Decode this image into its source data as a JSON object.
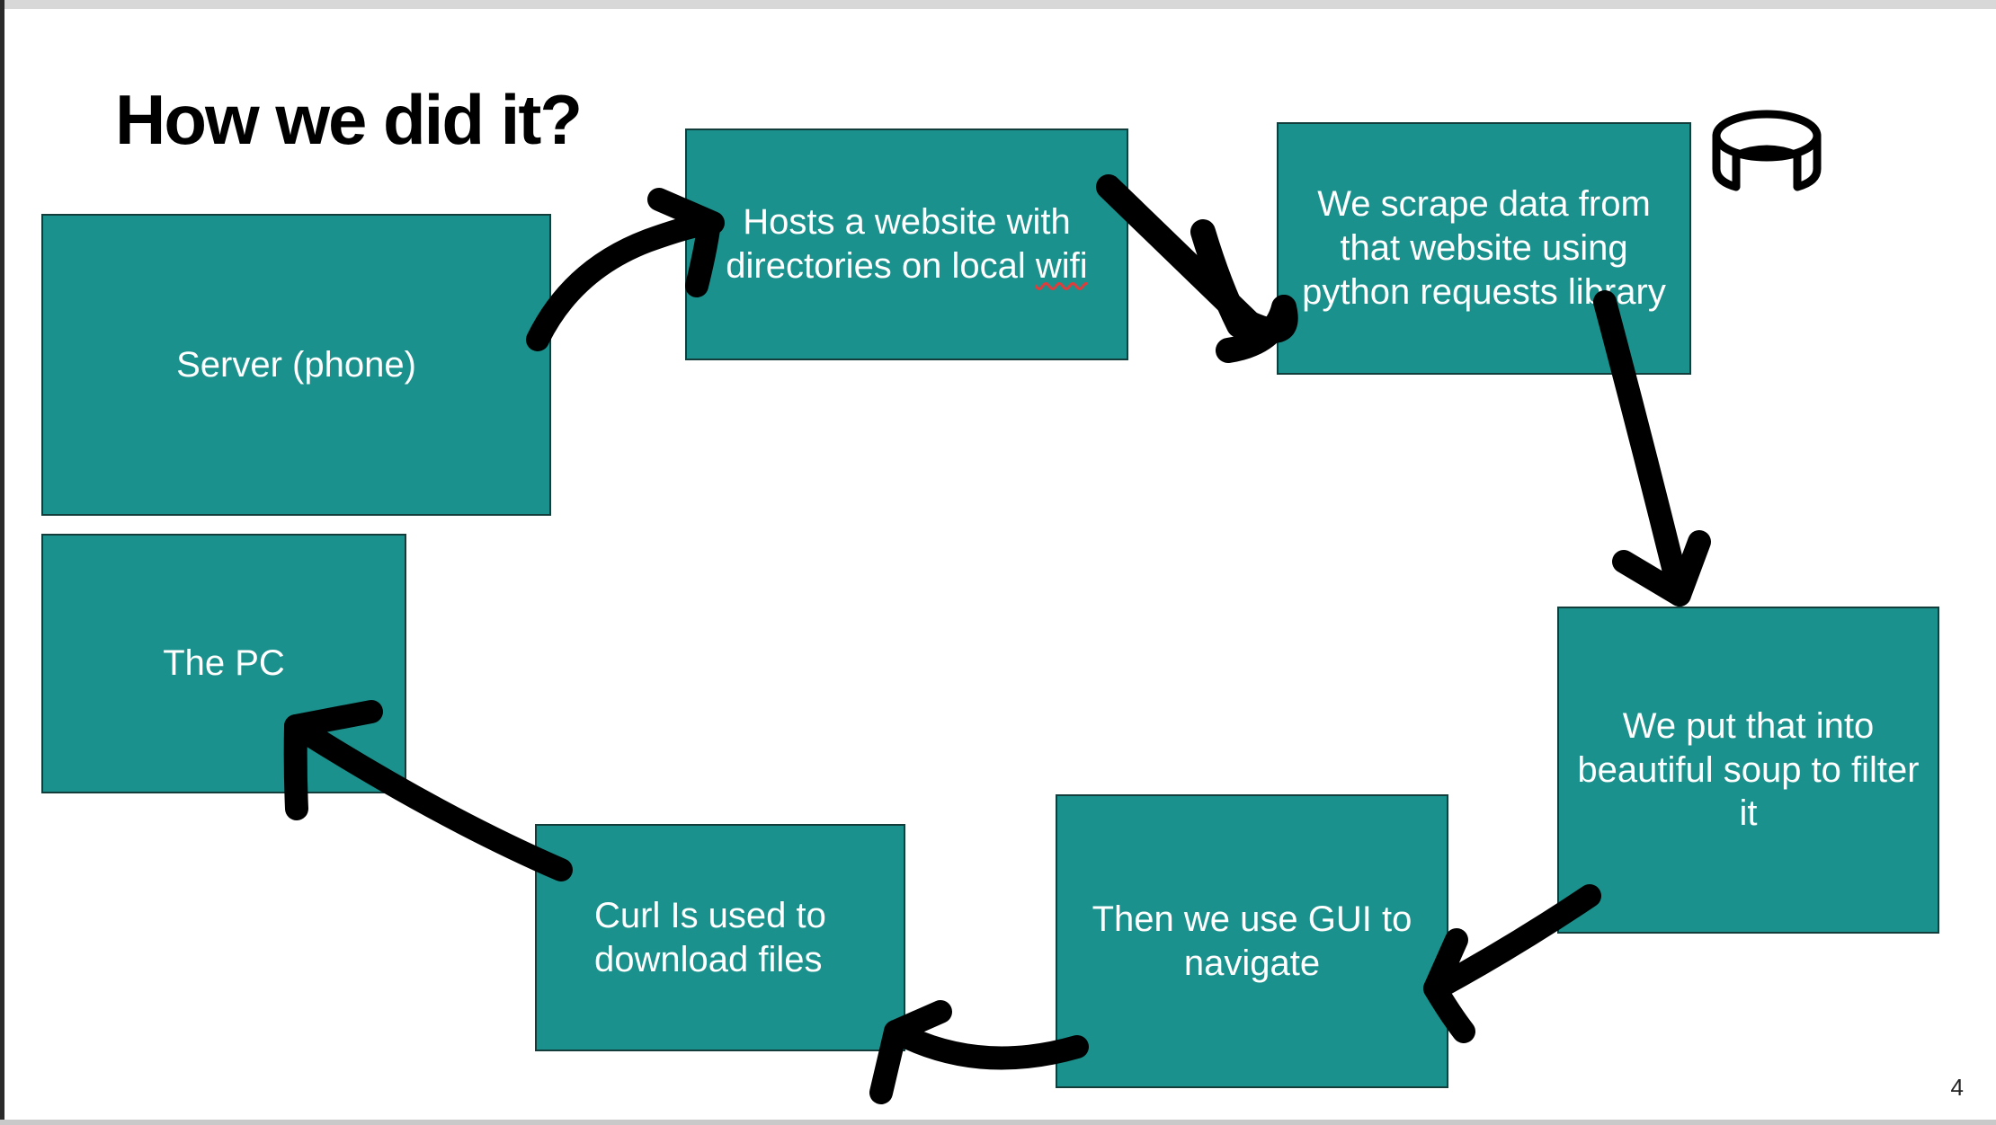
{
  "slide": {
    "title": "How we did it?",
    "page_number": "4",
    "accent_color": "#1a918c",
    "text_color": "#ffffff",
    "arrow_color": "#000000",
    "background_color": "#ffffff",
    "spellcheck_color": "#e23b3b",
    "icon": "cylinder-icon"
  },
  "boxes": [
    {
      "id": "server-phone",
      "label": "Server (phone)"
    },
    {
      "id": "hosts-website",
      "label_part1": "Hosts a website with directories on local ",
      "label_spell": "wifi"
    },
    {
      "id": "scrape-data",
      "label": "We scrape data from that website using python requests library"
    },
    {
      "id": "beautiful-soup",
      "label": "We put that into beautiful soup to filter it"
    },
    {
      "id": "gui-navigate",
      "label": "Then we use GUI to navigate"
    },
    {
      "id": "curl-download",
      "label": "Curl Is used to download files"
    },
    {
      "id": "the-pc",
      "label": "The PC"
    }
  ],
  "flow": {
    "arrows": [
      {
        "id": "server-to-hosts",
        "from": "server-phone",
        "to": "hosts-website"
      },
      {
        "id": "hosts-to-scrape",
        "from": "hosts-website",
        "to": "scrape-data"
      },
      {
        "id": "scrape-to-soup",
        "from": "scrape-data",
        "to": "beautiful-soup"
      },
      {
        "id": "soup-to-gui",
        "from": "beautiful-soup",
        "to": "gui-navigate"
      },
      {
        "id": "gui-to-curl",
        "from": "gui-navigate",
        "to": "curl-download"
      },
      {
        "id": "curl-to-pc",
        "from": "curl-download",
        "to": "the-pc"
      }
    ]
  }
}
